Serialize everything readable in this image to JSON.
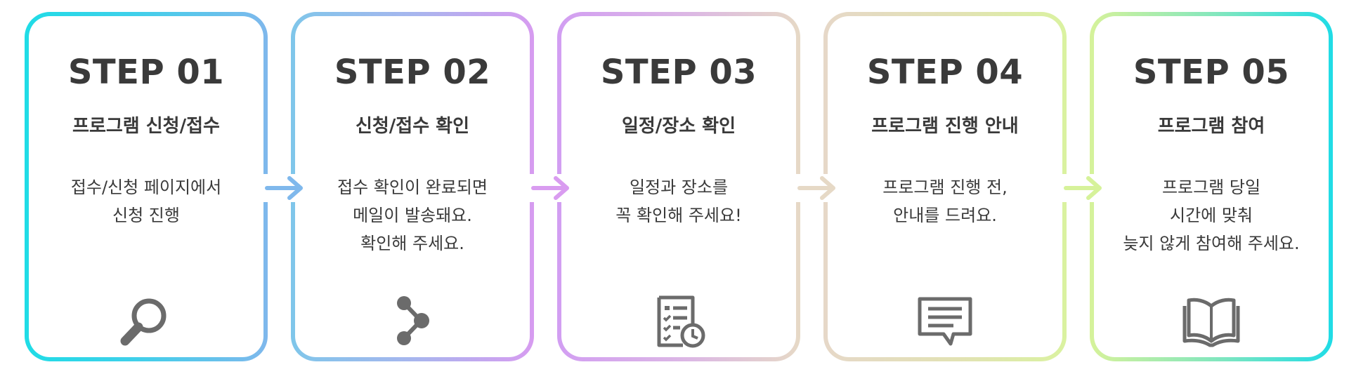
{
  "steps": [
    {
      "title": "STEP 01",
      "subtitle": "프로그램 신청/접수",
      "desc": [
        "접수/신청 페이지에서",
        "신청 진행"
      ],
      "icon": "search-icon"
    },
    {
      "title": "STEP 02",
      "subtitle": "신청/접수 확인",
      "desc": [
        "접수 확인이 완료되면",
        "메일이 발송돼요.",
        "확인해 주세요."
      ],
      "icon": "share-icon"
    },
    {
      "title": "STEP 03",
      "subtitle": "일정/장소 확인",
      "desc": [
        "일정과 장소를",
        "꼭 확인해 주세요!"
      ],
      "icon": "schedule-checklist-icon"
    },
    {
      "title": "STEP 04",
      "subtitle": "프로그램 진행 안내",
      "desc": [
        "프로그램 진행 전,",
        "안내를 드려요."
      ],
      "icon": "message-icon"
    },
    {
      "title": "STEP 05",
      "subtitle": "프로그램 참여",
      "desc": [
        "프로그램 당일",
        "시간에 맞춰",
        "늦지 않게 참여해 주세요."
      ],
      "icon": "open-book-icon"
    }
  ],
  "colors": {
    "cyan": "#1fdce6",
    "blue": "#7fb8ec",
    "violet": "#d79cf0",
    "beige": "#e6d9c6",
    "lime": "#d6f29a",
    "text": "#3a3a3a",
    "icon": "#6b6b6b"
  }
}
